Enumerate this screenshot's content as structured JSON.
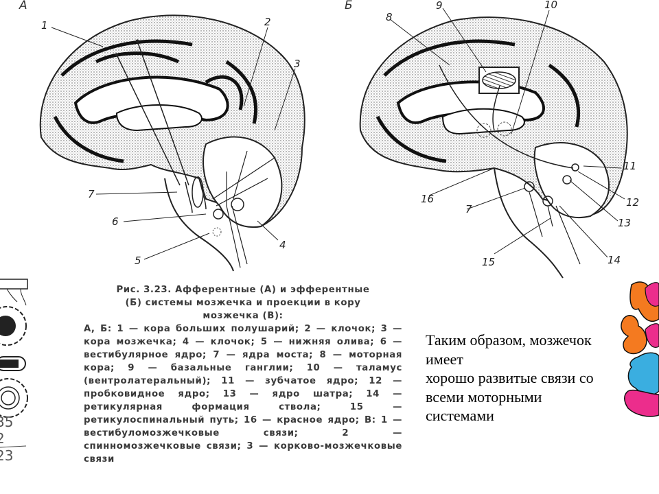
{
  "slide": {
    "panels": [
      {
        "letter": "А",
        "labels": [
          "1",
          "2",
          "3",
          "4",
          "5",
          "6",
          "7"
        ]
      },
      {
        "letter": "Б",
        "labels": [
          "8",
          "9",
          "10",
          "11",
          "12",
          "13",
          "14",
          "15",
          "16",
          "7"
        ]
      }
    ],
    "caption": {
      "title_line1": "Рис. 3.23. Афферентные (А) и эфферентные",
      "title_line2": "(Б) системы мозжечка и проекции в кору",
      "title_line3": "мозжечка (В):",
      "legend": "А, Б: 1 — кора больших полушарий; 2 — клочок; 3 — кора мозжечка; 4 — клочок; 5 — нижняя олива; 6 — вестибулярное ядро; 7 — ядра моста; 8 — моторная кора; 9 — базальные ганглии; 10 — таламус (вентролатеральный); 11 — зубчатое ядро; 12 — пробковидное ядро; 13 — ядро шатра; 14 — ретикулярная формация ствола; 15 — ретикулоспинальный путь; 16 — красное ядро; В: 1 — вестибуломозжечковые связи; 2 — спинномозжечковые связи; 3 — корково-мозжечковые связи"
    },
    "summary": {
      "lines": [
        "Таким образом, мозжечок",
        "имеет",
        "хорошо развитые связи со",
        "всеми моторными",
        "системами"
      ]
    },
    "decorations": {
      "left_handwritten": [
        "35",
        "2",
        "23"
      ],
      "right_colors": [
        "#f47a20",
        "#ec2d8c",
        "#3aaee0"
      ]
    }
  }
}
